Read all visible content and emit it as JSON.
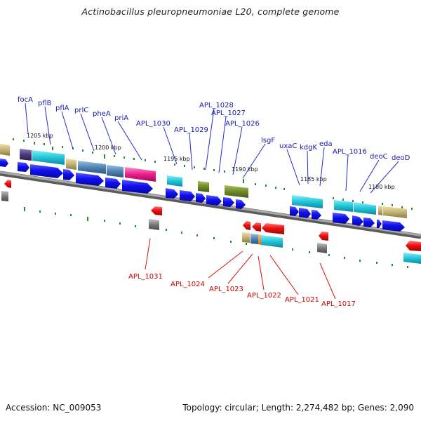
{
  "title": "Actinobacillus pleuropneumoniae L20, complete genome",
  "footer": {
    "accession": "Accession: NC_009053",
    "summary": "Topology: circular; Length: 2,274,482 bp; Genes: 2,090"
  },
  "colors": {
    "forward_gene": "#1414e6",
    "reverse_gene": "#ee1010",
    "label_forward": "#1a1aa8",
    "label_reverse": "#cc0000",
    "backbone": "#8c8c8c",
    "tick": "#2a8a2a"
  },
  "kbp_ticks": [
    "1205 kbp",
    "1200 kbp",
    "1195 kbp",
    "1190 kbp",
    "1185 kbp",
    "1180 kbp"
  ],
  "forward_labels": [
    "focA",
    "pflB",
    "pflA",
    "prlC",
    "pheA",
    "priA",
    "APL_1030",
    "APL_1029",
    "APL_1028",
    "APL_1027",
    "APL_1026",
    "lsgF",
    "uxaC",
    "kdgK",
    "eda",
    "APL_1016",
    "deoC",
    "deoD"
  ],
  "reverse_labels": [
    "APL_1031",
    "APL_1024",
    "APL_1023",
    "APL_1022",
    "APL_1021",
    "APL_1017"
  ]
}
